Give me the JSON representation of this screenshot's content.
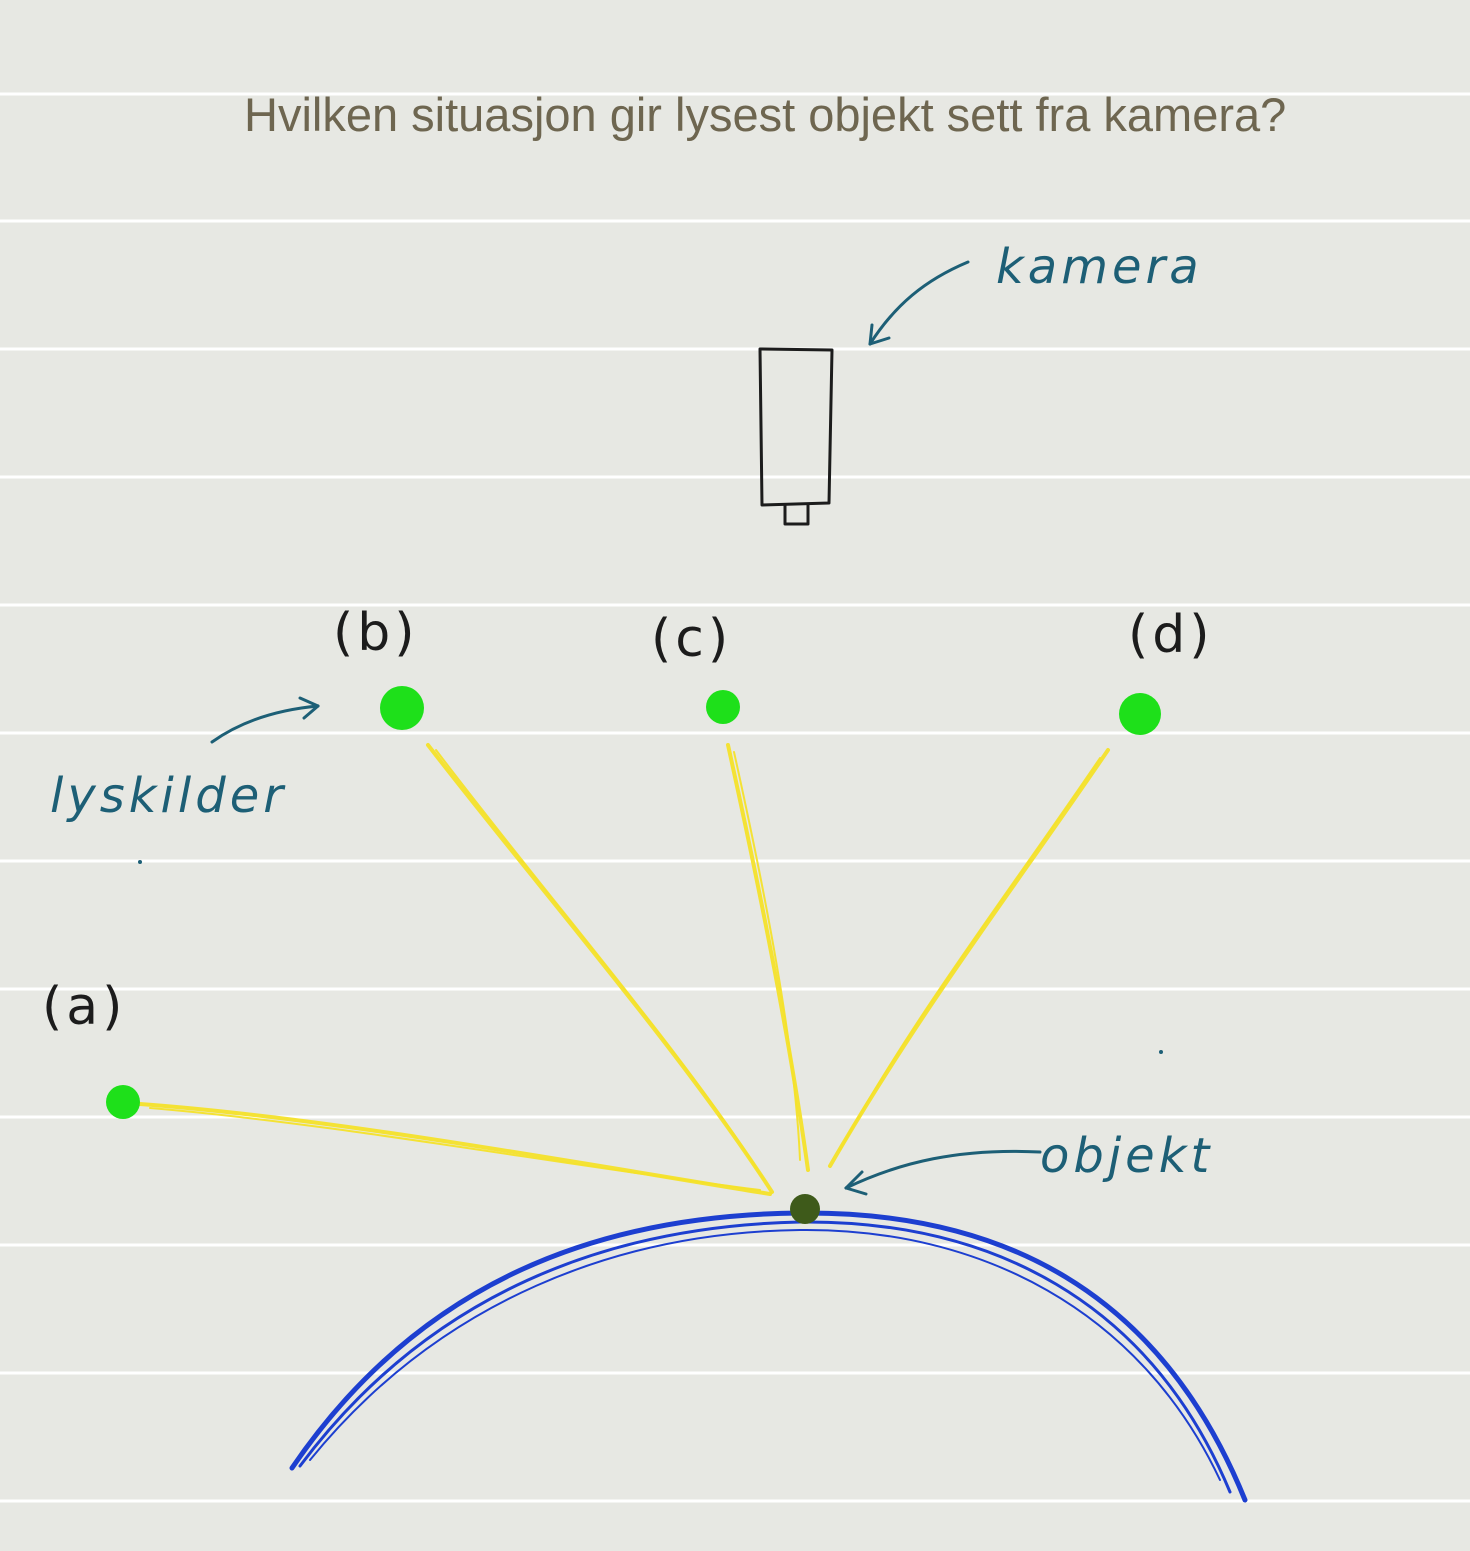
{
  "title": "Hvilken situasjon gir lysest objekt sett fra kamera?",
  "labels": {
    "camera": "kamera",
    "light_sources": "lyskilder",
    "object": "objekt",
    "option_a": "(a)",
    "option_b": "(b)",
    "option_c": "(c)",
    "option_d": "(d)"
  },
  "colors": {
    "paper": "#e7e8e3",
    "ruled_line": "#ffffff",
    "title_text": "#6e6650",
    "ink_dark": "#1c1c1c",
    "ink_blue_annotation": "#1d5f76",
    "light_source": "#1ee01a",
    "light_ray": "#f4e12a",
    "object": "#3e5a1a",
    "surface": "#1d3fd0"
  }
}
